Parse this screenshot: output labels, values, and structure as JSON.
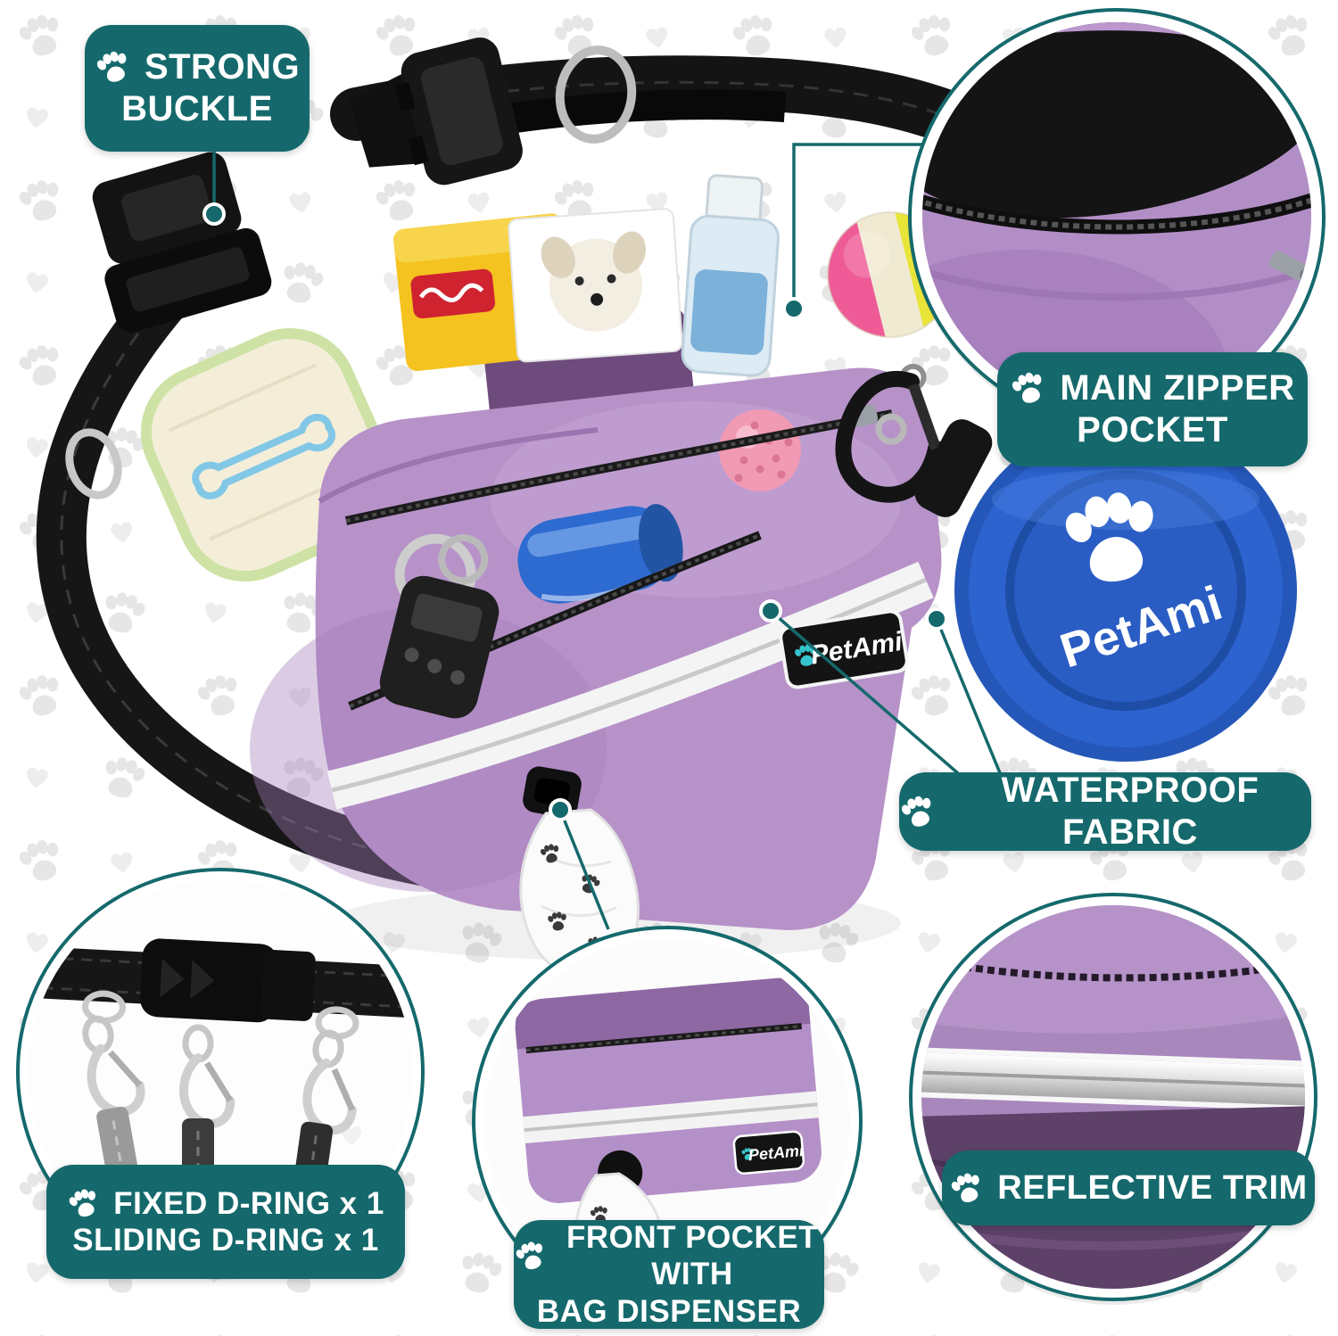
{
  "brand": {
    "name": "PetAmi"
  },
  "badges": {
    "strong_buckle": {
      "line1": "STRONG",
      "line2": "BUCKLE"
    },
    "main_zipper_pocket": {
      "line1": "MAIN ZIPPER",
      "line2": "POCKET"
    },
    "waterproof_fabric": {
      "line1": "WATERPROOF FABRIC"
    },
    "d_rings": {
      "line1": "FIXED D-RING x 1",
      "line2": "SLIDING D-RING x 1"
    },
    "front_pocket": {
      "line1": "FRONT POCKET WITH",
      "line2": "BAG DISPENSER"
    },
    "reflective_trim": {
      "line1": "REFLECTIVE TRIM"
    }
  },
  "icons": {
    "badge_icon": "paw-icon",
    "background_motifs": [
      "paw-icon",
      "heart-icon"
    ]
  },
  "colors": {
    "badge_teal": "#15696c",
    "pouch_purple": "#b692c9",
    "pouch_dark_purple": "#6e4b7d",
    "bowl_blue": "#2c63cf",
    "strap_black": "#161616",
    "reflective_silver": "#d9d9d9",
    "background": "#ffffff",
    "pattern_gray": "#e6e6e6"
  }
}
